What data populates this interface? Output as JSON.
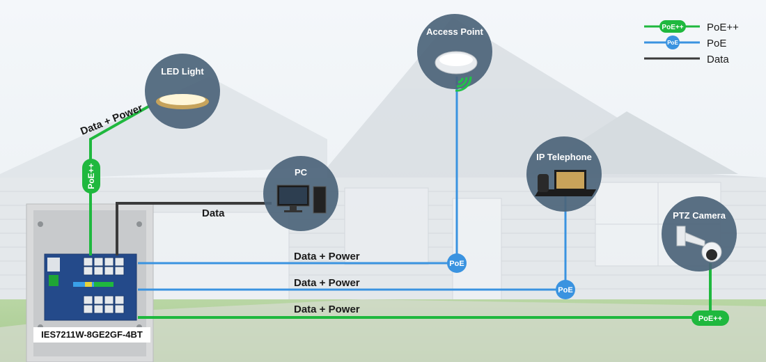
{
  "legend": {
    "poe_plus": "PoE++",
    "poe": "PoE",
    "data": "Data",
    "badge_poe_plus": "PoE++",
    "badge_poe": "PoE"
  },
  "colors": {
    "poe_plus": "#1fb83e",
    "poe": "#3a93e0",
    "data": "#3a3a3a",
    "device_circle": "#4c6479",
    "switch_panel": "#244a8a"
  },
  "devices": {
    "led_light": "LED Light",
    "access_point": "Access Point",
    "pc": "PC",
    "ip_telephone": "IP Telephone",
    "ptz_camera": "PTZ Camera"
  },
  "links": {
    "led_data_power": "Data + Power",
    "led_poe_badge": "PoE++",
    "pc_data": "Data",
    "ap_data_power": "Data + Power",
    "ap_poe_badge": "PoE",
    "phone_data_power": "Data + Power",
    "phone_poe_badge": "PoE",
    "camera_data_power": "Data + Power",
    "camera_poe_badge": "PoE++"
  },
  "switch": {
    "model": "IES7211W-8GE2GF-4BT"
  }
}
